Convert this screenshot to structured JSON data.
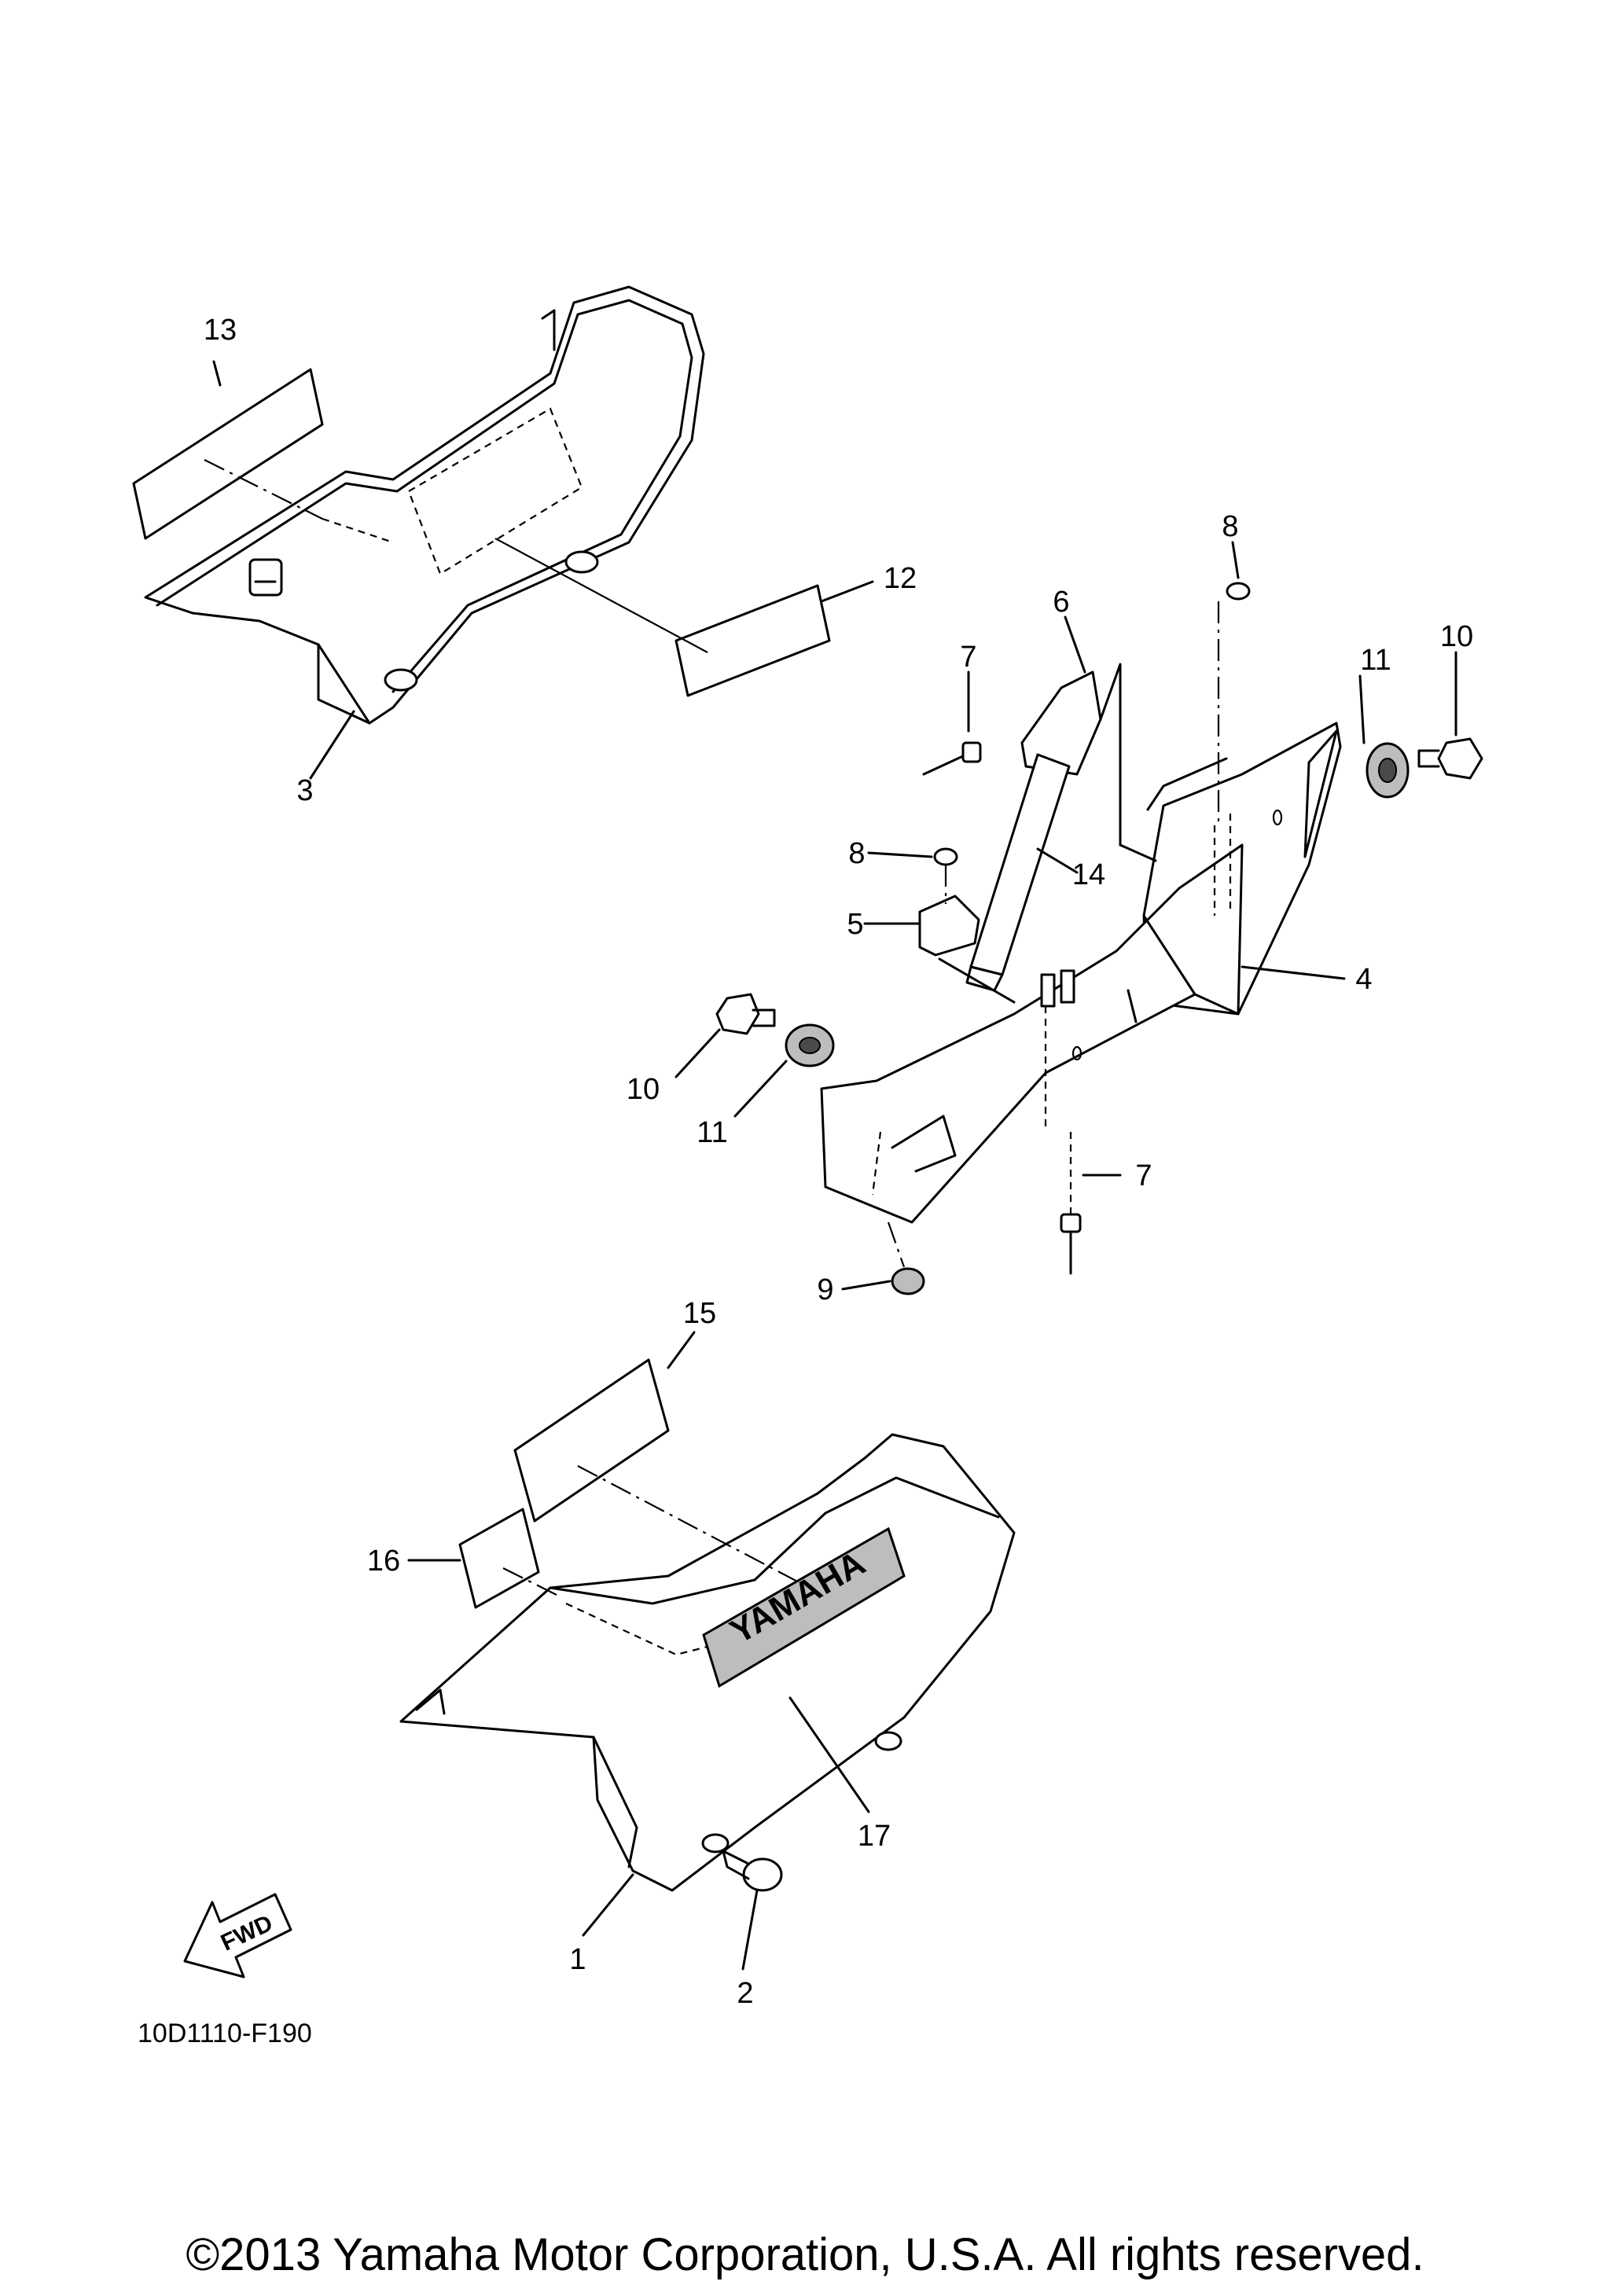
{
  "diagram": {
    "callouts": [
      "1",
      "2",
      "3",
      "4",
      "5",
      "6",
      "7",
      "7",
      "8",
      "8",
      "9",
      "10",
      "10",
      "11",
      "11",
      "12",
      "13",
      "14",
      "15",
      "16",
      "17"
    ],
    "fwd_label": "FWD",
    "emblem_text": "YAMAHA",
    "drawing_code": "10D1110-F190"
  },
  "footer": {
    "copyright": "©2013 Yamaha Motor Corporation, U.S.A. All rights reserved."
  }
}
